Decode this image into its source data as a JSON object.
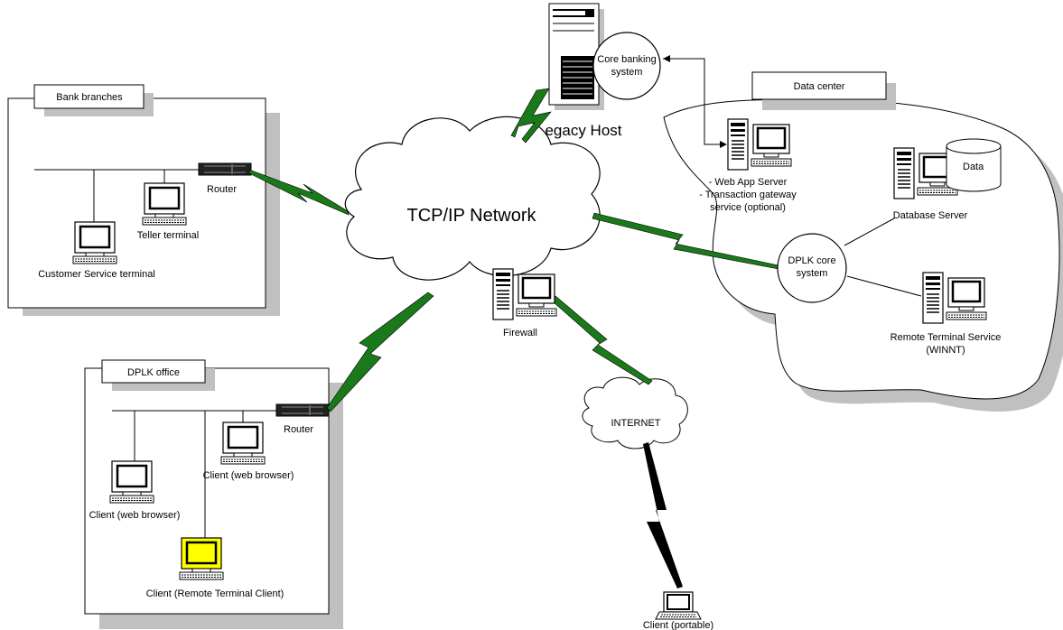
{
  "panels": {
    "bank_branches": "Bank branches",
    "dplk_office": "DPLK office",
    "data_center": "Data center"
  },
  "network": {
    "tcpip": "TCP/IP Network",
    "internet": "INTERNET"
  },
  "legacy": {
    "title": "Legacy Host",
    "core_banking_line1": "Core banking",
    "core_banking_line2": "system"
  },
  "branch": {
    "router": "Router",
    "teller": "Teller terminal",
    "customer_service": "Customer Service terminal"
  },
  "office": {
    "router": "Router",
    "client_browser_right": "Client (web browser)",
    "client_browser_left": "Client (web browser)",
    "client_remote": "Client (Remote Terminal Client)"
  },
  "datacenter": {
    "webapp_line1": "- Web App Server",
    "webapp_line2": "- Transaction gateway",
    "webapp_line3": "service (optional)",
    "data": "Data",
    "database_server": "Database Server",
    "dplk_core_line1": "DPLK core",
    "dplk_core_line2": "system",
    "remote_service_line1": "Remote Terminal Service",
    "remote_service_line2": "(WINNT)"
  },
  "firewall": "Firewall",
  "client_portable": "Client (portable)",
  "colors": {
    "wan_link": "#1a7a1a",
    "internet_link": "#000000",
    "highlight_terminal": "#ffff00",
    "shadow": "#c0c0c0"
  },
  "icons": [
    "router-icon",
    "terminal-icon",
    "server-icon",
    "database-icon",
    "laptop-icon",
    "lightning-link-icon",
    "cloud-icon"
  ]
}
